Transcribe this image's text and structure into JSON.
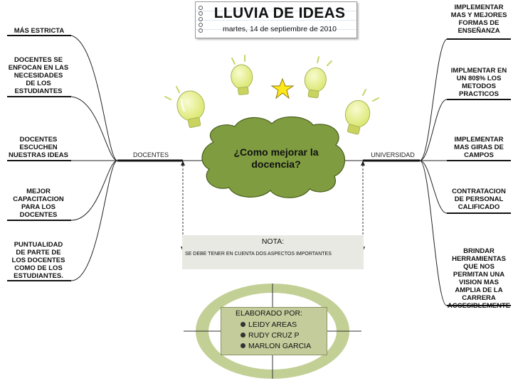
{
  "title": {
    "main": "LLUVIA DE IDEAS",
    "date": "martes, 14 de septiembre de 2010"
  },
  "center": {
    "question": "¿Como mejorar la\ndocencia?"
  },
  "branches": {
    "left_label": "DOCENTES",
    "right_label": "UNIVERSIDAD"
  },
  "left_topics": [
    "MÁS ESTRICTA",
    "DOCENTES SE\nENFOCAN EN LAS\nNECESIDADES\nDE LOS\nESTUDIANTES",
    "DOCENTES\nESCUCHEN\nNUESTRAS IDEAS",
    "MEJOR\nCAPACITACION\nPARA LOS\nDOCENTES",
    "PUNTUALIDAD\nDE PARTE DE\nLOS DOCENTES\nCOMO  DE LOS\nESTUDIANTES."
  ],
  "right_topics": [
    "IMPLEMENTAR\nMAS Y MEJORES\nFORMAS DE\nENSEÑANZA",
    "IMPLMENTAR EN\nUN 80$% LOS\nMETODOS\nPRACTICOS",
    "IMPLEMENTAR\nMAS GIRAS DE\nCAMPOS",
    "CONTRATACION\nDE PERSONAL\nCALIFICADO",
    "BRINDAR\nHERRAMIENTAS\nQUE NOS\nPERMITAN UNA\nVISION MAS\nAMPLIA DE LA\nCARRERA\nACCESIBLEMENTE"
  ],
  "note": {
    "title": "NOTA:",
    "text": "SE DEBE TENER EN CUENTA DOS ASPECTOS IMPORTANTES"
  },
  "credits": {
    "title": "ELABORADO POR:",
    "names": [
      "LEIDY AREAS",
      "RUDY CRUZ P",
      "MARLON GARCIA"
    ]
  },
  "icons": [
    "lightbulb-icon",
    "star-icon"
  ],
  "colors": {
    "cloud_fill": "#7f9c40",
    "bulb_fill": "#e6ef8a",
    "star_fill": "#ffe81a",
    "ring_outer": "#c2cf95",
    "note_fill": "#e9e9e3",
    "credit_fill": "#c4cc9c"
  }
}
